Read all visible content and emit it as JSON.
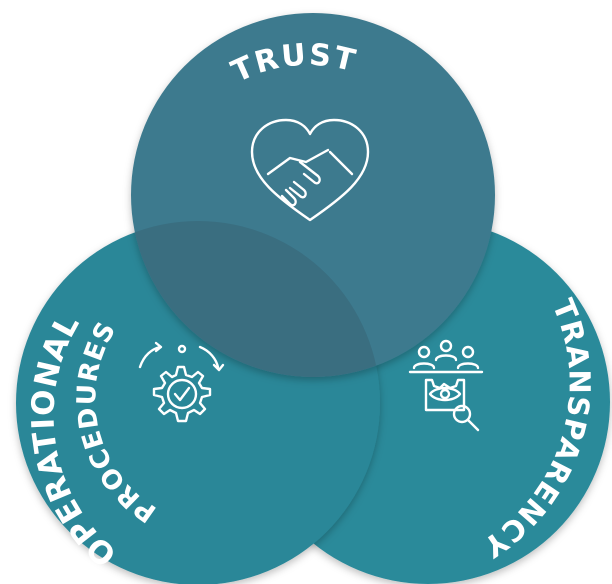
{
  "diagram": {
    "circles": [
      {
        "id": "trust",
        "label": "TRUST",
        "icon": "handshake-heart-icon",
        "color": "#3E7A8E"
      },
      {
        "id": "operational",
        "label_outer": "OPERATIONAL",
        "label_inner": "PROCEDURES",
        "icon": "gear-checkmark-icon",
        "color": "#2A8798"
      },
      {
        "id": "transparency",
        "label": "TRANSPARENCY",
        "icon": "eye-magnifier-team-icon",
        "color": "#2C8A9A"
      }
    ],
    "overlap_color": "#3A6E80"
  }
}
